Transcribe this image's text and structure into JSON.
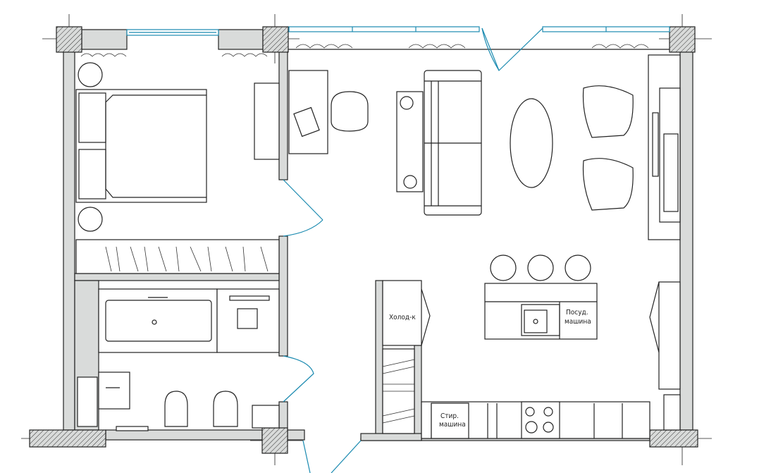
{
  "plan": {
    "labels": {
      "fridge": "Холод-к",
      "dishwasher_line1": "Посуд.",
      "dishwasher_line2": "машина",
      "washer_line1": "Стир.",
      "washer_line2": "машина"
    },
    "colors": {
      "wall_fill": "#d9dbda",
      "window_door": "#1a8ab0",
      "line": "#222222"
    }
  }
}
